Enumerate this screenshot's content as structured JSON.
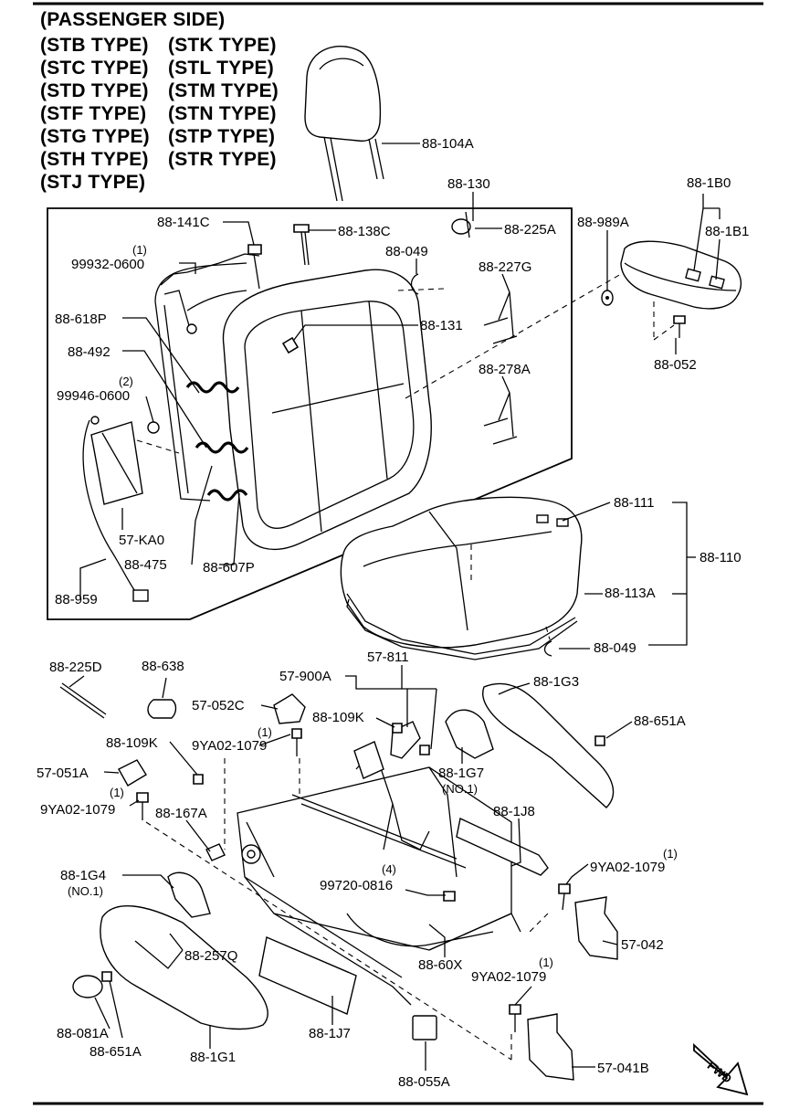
{
  "header_lines": [
    "(PASSENGER SIDE)",
    "(STB TYPE)",
    "(STK TYPE)",
    "(STC TYPE)",
    "(STL TYPE)",
    "(STD TYPE)",
    "(STM TYPE)",
    "(STF TYPE)",
    "(STN TYPE)",
    "(STG TYPE)",
    "(STP TYPE)",
    "(STH TYPE)",
    "(STR TYPE)",
    "(STJ TYPE)"
  ],
  "parts": {
    "p88_104A": "88-104A",
    "p88_130": "88-130",
    "p88_1B0": "88-1B0",
    "p88_1B1": "88-1B1",
    "p88_141C": "88-141C",
    "p88_138C": "88-138C",
    "p88_225A": "88-225A",
    "p88_989A": "88-989A",
    "p88_049_top": "88-049",
    "p99932_0600": "99932-0600",
    "p88_227G": "88-227G",
    "p88_618P": "88-618P",
    "p88_131": "88-131",
    "p88_052": "88-052",
    "p88_492": "88-492",
    "p88_278A": "88-278A",
    "p99946_0600": "99946-0600",
    "p57_KA0": "57-KA0",
    "p88_475": "88-475",
    "p88_607P": "88-607P",
    "p88_959": "88-959",
    "p88_111": "88-111",
    "p88_110": "88-110",
    "p88_113A": "88-113A",
    "p88_049_bottom": "88-049",
    "p88_225D": "88-225D",
    "p88_638": "88-638",
    "p57_900A": "57-900A",
    "p57_811": "57-811",
    "p57_052C": "57-052C",
    "p88_109K_a": "88-109K",
    "p88_1G3": "88-1G3",
    "p88_109K_b": "88-109K",
    "p9YA02_1079_a": "9YA02-1079",
    "p88_651A_a": "88-651A",
    "p88_1G7": "88-1G7",
    "p57_051A": "57-051A",
    "p9YA02_1079_b": "9YA02-1079",
    "p88_167A": "88-167A",
    "p88_1J8": "88-1J8",
    "p88_1G4": "88-1G4",
    "p99720_0816": "99720-0816",
    "p9YA02_1079_c": "9YA02-1079",
    "p88_257Q": "88-257Q",
    "p57_042": "57-042",
    "p88_60X": "88-60X",
    "p9YA02_1079_d": "9YA02-1079",
    "p88_081A": "88-081A",
    "p88_651A_b": "88-651A",
    "p88_1J7": "88-1J7",
    "p88_1G1": "88-1G1",
    "p57_041B": "57-041B",
    "p88_055A": "88-055A"
  },
  "quantities": {
    "q1": "(1)",
    "q2": "(2)",
    "q3": "(1)",
    "q4": "(1)",
    "q5": "(1)",
    "q6": "(4)",
    "q7": "(1)"
  },
  "notes": {
    "no1_a": "(NO.1)",
    "no1_b": "(NO.1)"
  },
  "fwd_label": "FWD"
}
